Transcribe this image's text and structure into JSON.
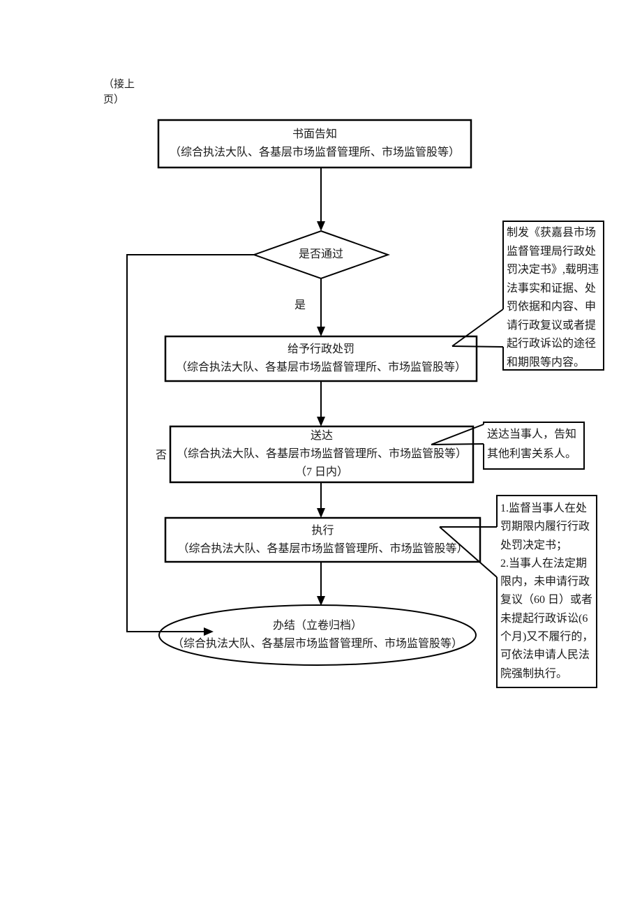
{
  "page": {
    "continuation_note": "（接上\n页）"
  },
  "colors": {
    "line": "#000000",
    "text": "#1a1a1a",
    "background": "#ffffff"
  },
  "flowchart": {
    "nodes": {
      "notify": {
        "title": "书面告知",
        "subtitle": "（综合执法大队、各基层市场监督管理所、市场监管股等）"
      },
      "decision": {
        "label": "是否通过",
        "yes_label": "是",
        "no_label": "否"
      },
      "penalty": {
        "title": "给予行政处罚",
        "subtitle": "（综合执法大队、各基层市场监督管理所、市场监管股等）"
      },
      "deliver": {
        "title": "送达",
        "subtitle": "（综合执法大队、各基层市场监督管理所、市场监管股等）",
        "deadline": "（7 日内）"
      },
      "execute": {
        "title": "执行",
        "subtitle": "（综合执法大队、各基层市场监督管理所、市场监管股等）"
      },
      "close": {
        "title": "办结（立卷归档）",
        "subtitle": "（综合执法大队、各基层市场监督管理所、市场监管股等）"
      }
    },
    "callouts": {
      "decision_doc": {
        "text": "制发《获嘉县市场\n监督管理局行政处\n罚决定书》,载明违\n法事实和证据、处\n罚依据和内容、申\n请行政复议或者提\n起行政诉讼的途径\n和期限等内容。"
      },
      "deliver_note": {
        "text": "送达当事人，告知\n其他利害关系人。"
      },
      "execute_note": {
        "text": "1.监督当事人在处\n罚期限内履行行政\n处罚决定书；\n2.当事人在法定期\n限内，未申请行政\n复议（60 日）或者\n未提起行政诉讼(6\n个月)又不履行的，\n可依法申请人民法\n院强制执行。"
      }
    }
  }
}
